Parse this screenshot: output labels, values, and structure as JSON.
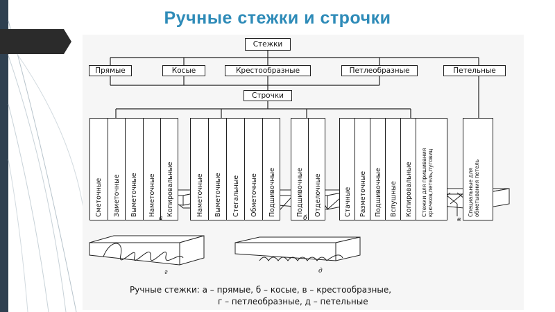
{
  "title": "Ручные стежки и строчки",
  "colors": {
    "title": "#2e8bb8",
    "sidebar": "#2f4050",
    "lines": "#222222"
  },
  "diagram": {
    "root": "Стежки",
    "stitch_types": [
      "Прямые",
      "Косые",
      "Крестообразные",
      "Петлеобразные",
      "Петельные"
    ],
    "sub_root": "Строчки",
    "groups": [
      {
        "items": [
          "Сметочные",
          "Заметочные",
          "Выметочные",
          "Наметочные",
          "Копировальные"
        ]
      },
      {
        "items": [
          "Наметочные",
          "Выметочные",
          "Стегальные",
          "Обметочные",
          "Подшивочные"
        ]
      },
      {
        "items": [
          "Подшивочные",
          "Отделочные"
        ]
      },
      {
        "items": [
          "Стачные",
          "Разметочные",
          "Подшивочные",
          "Вспушные",
          "Копировальные",
          "Стежки для пришивания крючков,петель,пуговиц"
        ]
      },
      {
        "items": [
          "Специальные для обметывания петель"
        ]
      }
    ],
    "figure_letters": [
      "а",
      "б",
      "в",
      "г",
      "д"
    ],
    "caption_line1": "Ручные стежки: а – прямые, б – косые, в – крестообразные,",
    "caption_line2": "г – петлеобразные, д – петельные"
  }
}
